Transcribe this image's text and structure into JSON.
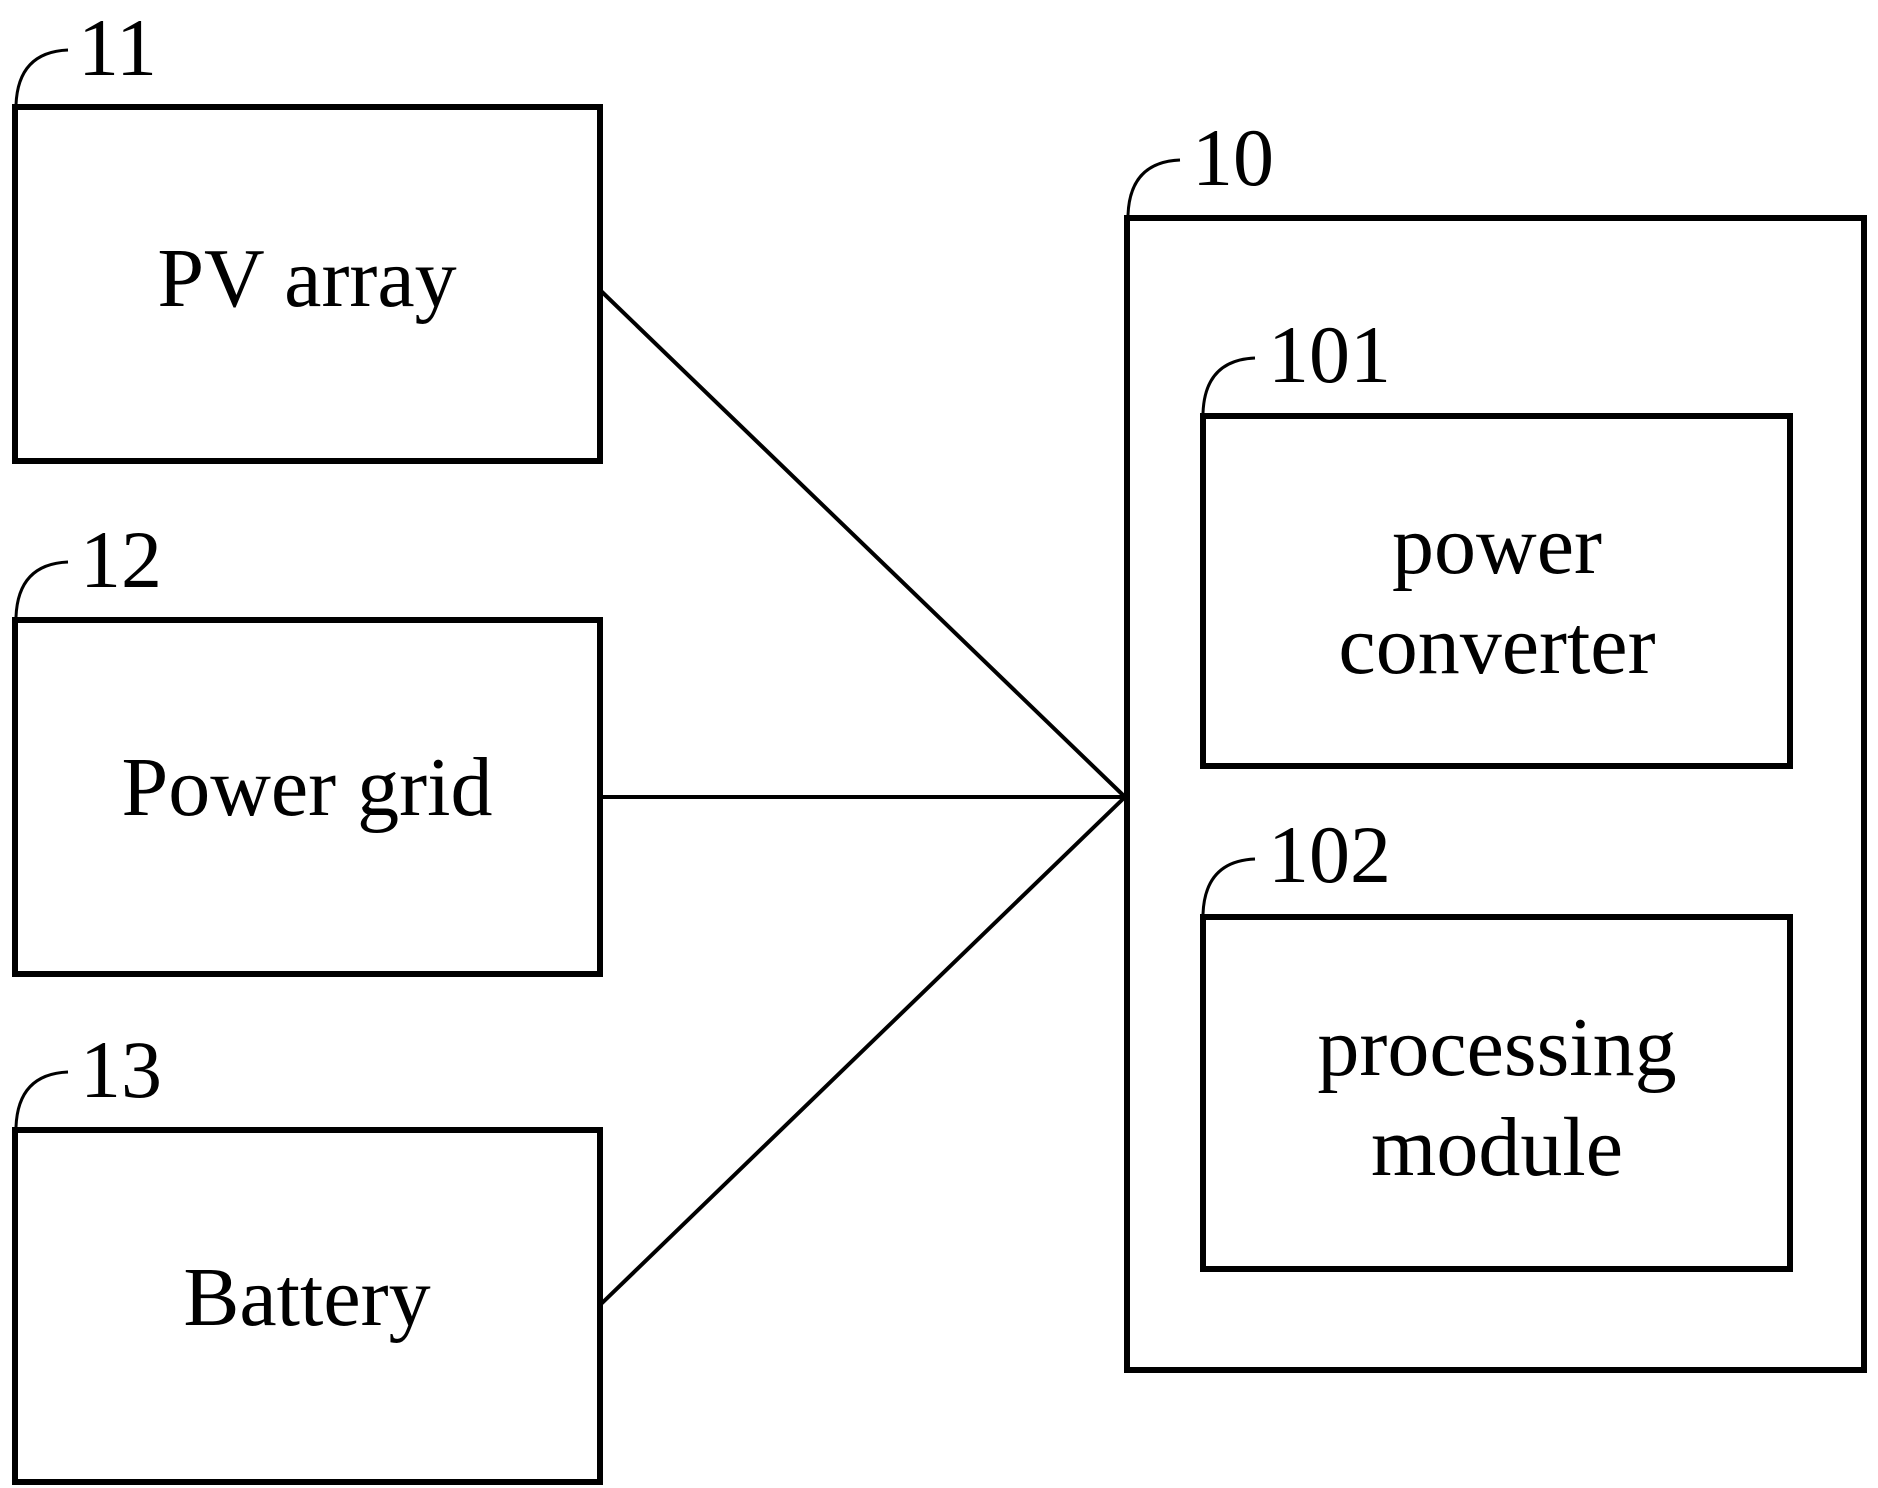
{
  "blocks": {
    "pv_array": {
      "ref": "11",
      "label": "PV array"
    },
    "power_grid": {
      "ref": "12",
      "label": "Power grid"
    },
    "battery": {
      "ref": "13",
      "label": "Battery"
    },
    "device": {
      "ref": "10",
      "power_converter": {
        "ref": "101",
        "line1": "power",
        "line2": "converter"
      },
      "processing_module": {
        "ref": "102",
        "line1": "processing",
        "line2": "module"
      }
    }
  }
}
